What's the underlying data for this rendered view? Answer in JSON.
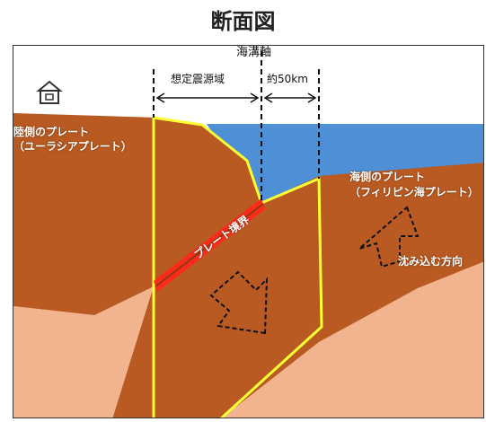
{
  "title": "断面図",
  "labels": {
    "trench_axis": "海溝軸",
    "source_region": "想定震源域",
    "distance": "約50km",
    "land_plate_line1": "陸側のプレート",
    "land_plate_line2": "（ユーラシアプレート）",
    "sea_plate_line1": "海側のプレート",
    "sea_plate_line2": "（フィリピン海プレート）",
    "plate_boundary": "プレート境界",
    "subduction_direction": "沈み込む方向"
  },
  "icons": [
    "house-icon",
    "subduction-arrow-icon",
    "downward-arrow-icon"
  ],
  "colors": {
    "plate": "#b85a22",
    "mantle": "#f2b48e",
    "ocean": "#4f8fd6",
    "boundary": "#ff2a1a",
    "outline": "#ffff33"
  }
}
